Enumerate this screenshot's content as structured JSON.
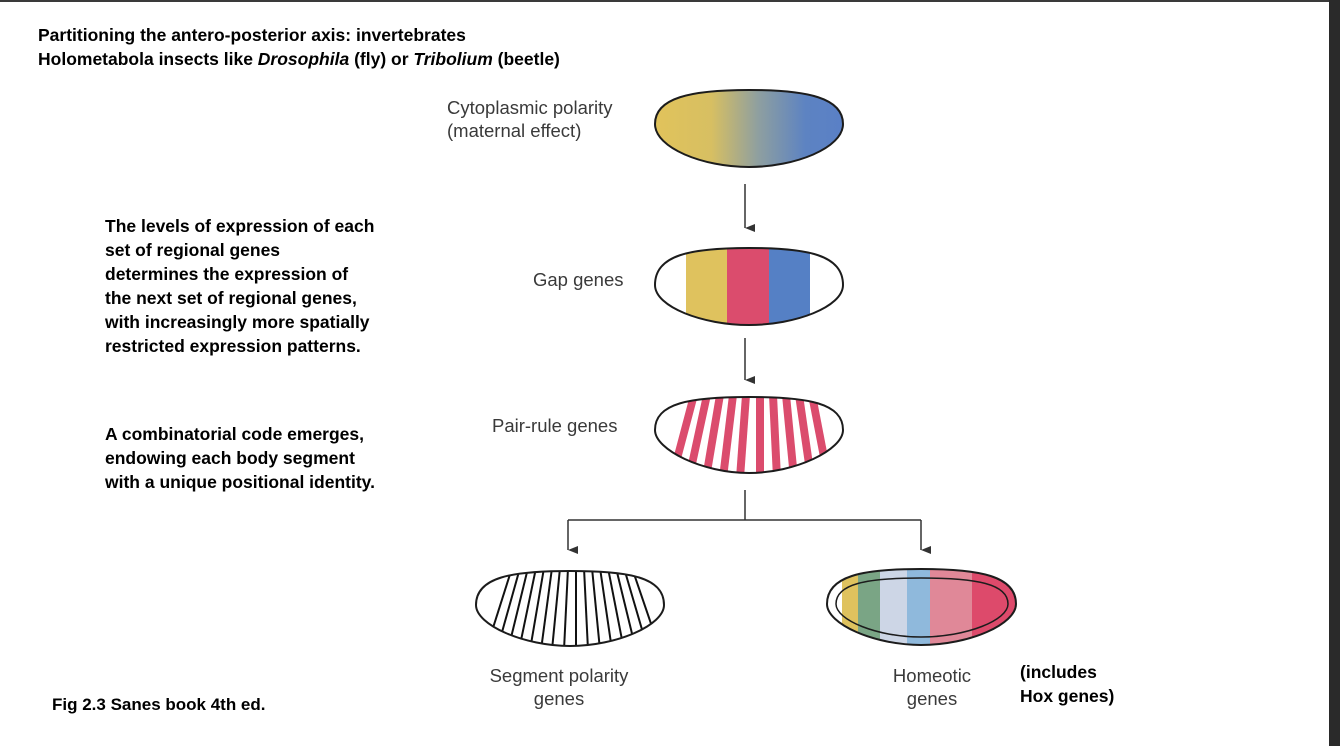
{
  "title": {
    "line1": "Partitioning the antero-posterior axis: invertebrates",
    "line2_prefix": "Holometabola insects like ",
    "line2_species1": "Drosophila",
    "line2_mid": " (fly) or ",
    "line2_species2": "Tribolium",
    "line2_suffix": " (beetle)"
  },
  "side_text": {
    "paragraph1": "The levels of expression of each set of regional genes determines the expression of the next set of regional genes, with increasingly more spatially restricted expression patterns.",
    "paragraph2": "A combinatorial code emerges, endowing each body segment with a unique positional identity."
  },
  "caption": "Fig 2.3 Sanes book 4th ed.",
  "stages": {
    "cytoplasmic_line1": "Cytoplasmic polarity",
    "cytoplasmic_line2": "(maternal effect)",
    "gap": "Gap genes",
    "pair_rule": "Pair-rule genes",
    "segment_line1": "Segment polarity",
    "segment_line2": "genes",
    "homeotic_line1": "Homeotic",
    "homeotic_line2": "genes"
  },
  "hox_note": {
    "line1": "(includes",
    "line2": "Hox genes)"
  },
  "colors": {
    "yellow": "#dfc25e",
    "red": "#db4c6d",
    "blue": "#5580c5",
    "green": "#7aa585",
    "light_blue_gray": "#cdd6e6",
    "light_blue": "#8fb9dc",
    "pink": "#e08898",
    "bright_red": "#dd4a6b"
  }
}
